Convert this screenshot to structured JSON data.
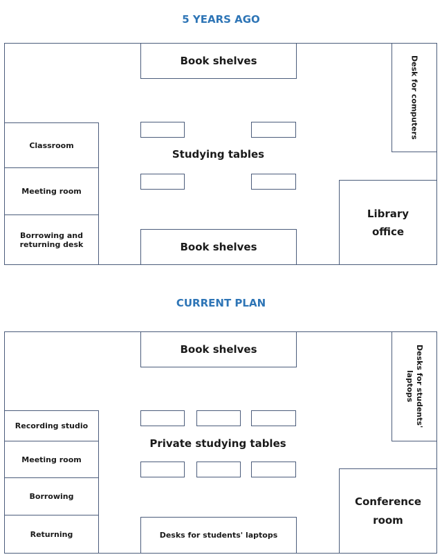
{
  "plan_past": {
    "title": "5 YEARS AGO",
    "book_shelves_top": "Book shelves",
    "desk_computers": "Desk for computers",
    "classroom": "Classroom",
    "meeting_room": "Meeting room",
    "borrowing_returning": "Borrowing and returning desk",
    "studying_tables": "Studying tables",
    "library_office": "Library office",
    "book_shelves_bottom": "Book shelves"
  },
  "plan_current": {
    "title": "CURRENT PLAN",
    "book_shelves_top": "Book shelves",
    "desks_laptops_side": "Desks for students' laptops",
    "recording_studio": "Recording studio",
    "meeting_room": "Meeting room",
    "borrowing": "Borrowing",
    "returning": "Returning",
    "private_studying_tables": "Private studying tables",
    "conference_room": "Conference room",
    "desks_laptops_bottom": "Desks for students' laptops"
  }
}
